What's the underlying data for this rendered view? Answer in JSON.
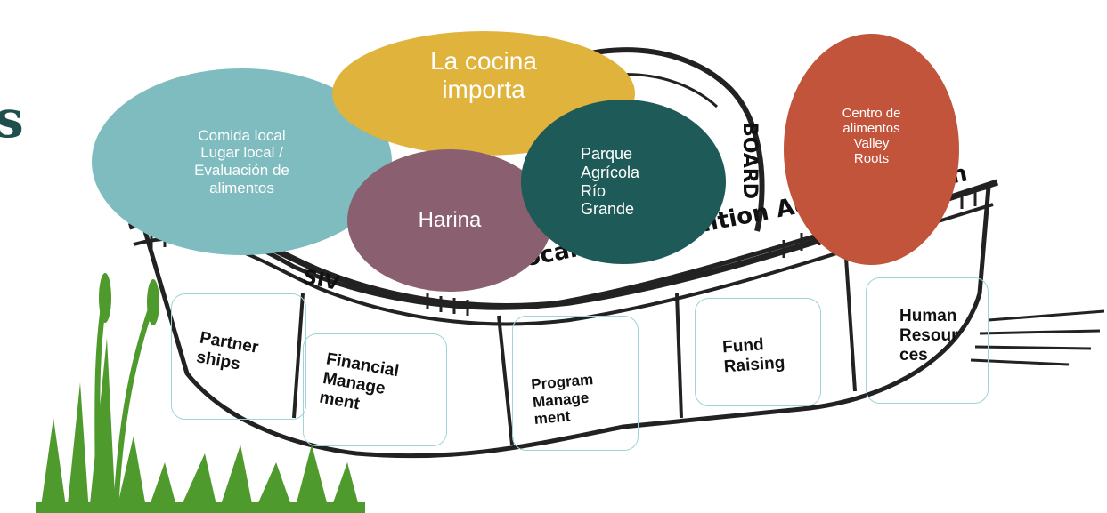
{
  "side_glyph": "s",
  "basket": {
    "board": "BOARD",
    "siv": "SIV",
    "admin": "Local Food Coalition Administration"
  },
  "bubbles": {
    "comida": "Comida local\nLugar local /\nEvaluación de\nalimentos",
    "cocina": "La cocina\nimporta",
    "harina": "Harina",
    "parque": "Parque\nAgrícola\nRío\nGrande",
    "centro": "Centro de\nalimentos\nValley\nRoots"
  },
  "boxes": {
    "partnerships": "Partner\nships",
    "financial": "Financial\nManage\nment",
    "program": "Program\nManage\nment",
    "fund": "Fund\nRaising",
    "human": "Human\nResour\nces"
  },
  "colors": {
    "teal_light": "#7fbcc0",
    "mustard": "#e0b33c",
    "mauve": "#8a5f70",
    "teal_dark": "#1d5a58",
    "rust": "#c2543c",
    "grass": "#4e9a2c",
    "box_outline": "#9fd3d6",
    "heading": "#1f4f4c"
  }
}
